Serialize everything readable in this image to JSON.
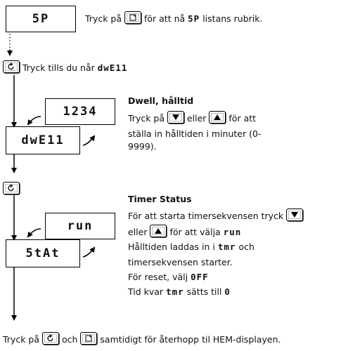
{
  "displays": {
    "sp": "5P",
    "dwell_value": "1234",
    "dwell": "dwE11",
    "status_value": "run",
    "status": "5tAt"
  },
  "icons": {
    "page_key": "page-key-icon",
    "scroll_key": "scroll-key-icon",
    "down_key": "down-key-icon",
    "up_key": "up-key-icon"
  },
  "line1": {
    "a": "Tryck på",
    "b": "för att nå",
    "code": "5P",
    "c": "listans rubrik."
  },
  "line2": {
    "a": "Tryck tills du når",
    "code": "dwE11"
  },
  "dwell": {
    "heading": "Dwell, hålltid",
    "l1a": "Tryck på",
    "l1b": "eller",
    "l1c": "för att",
    "l2": "ställa in hålltiden i minuter (0-",
    "l3": "9999)."
  },
  "timer": {
    "heading": "Timer Status",
    "l1": "För att starta timersekvensen tryck",
    "l2a": "eller",
    "l2b": "för att välja",
    "l2code": "run",
    "l3a": "Hålltiden laddas in i",
    "l3code": "tmr",
    "l3b": "och",
    "l4": "timersekvensen starter.",
    "l5a": "För reset, välj",
    "l5code": "0FF",
    "l6a": "Tid kvar",
    "l6code": "tmr",
    "l6b": "sätts till",
    "l6c": "0"
  },
  "footer": {
    "a": "Tryck på",
    "b": "och",
    "c": "samtidigt för återhopp til HEM-displayen."
  }
}
